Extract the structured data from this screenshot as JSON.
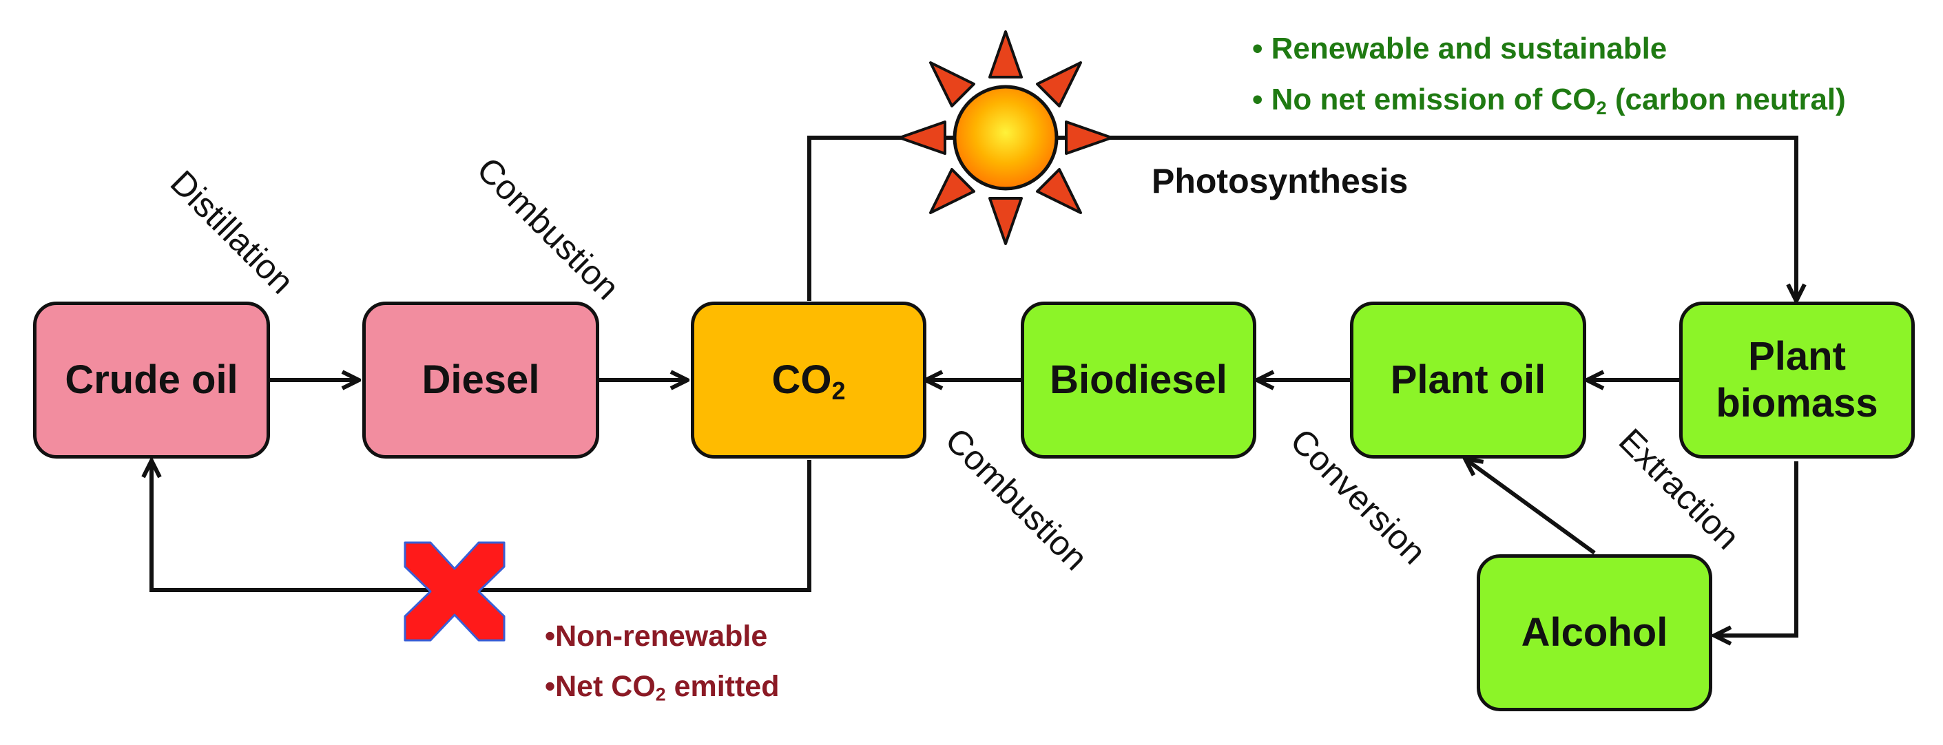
{
  "nodes": {
    "crude_oil": "Crude oil",
    "diesel": "Diesel",
    "co2_main": "CO",
    "co2_sub": "2",
    "biodiesel": "Biodiesel",
    "plant_oil": "Plant oil",
    "plant_biomass_line1": "Plant",
    "plant_biomass_line2": "biomass",
    "alcohol": "Alcohol"
  },
  "process_labels": {
    "distillation": "Distillation",
    "combustion_fossil": "Combustion",
    "combustion_bio": "Combustion",
    "conversion": "Conversion",
    "extraction": "Extraction",
    "photosynthesis": "Photosynthesis"
  },
  "notes_renewable": {
    "bullet": "•",
    "item1": "Renewable and sustainable",
    "item2_pre": "No net emission of CO",
    "item2_sub": "2",
    "item2_post": " (carbon neutral)"
  },
  "notes_fossil": {
    "bullet": "•",
    "item1": "Non-renewable",
    "item2_pre": "Net CO",
    "item2_sub": "2",
    "item2_post": " emitted"
  },
  "icons": [
    "sun-icon",
    "cross-icon"
  ],
  "colors": {
    "fossil_box": "#f28d9f",
    "co2_box": "#ffbb00",
    "bio_box": "#8cf428",
    "renewable_text": "#1f7a12",
    "fossil_text": "#8b1a25",
    "cross": "#ff1a1a",
    "sun_core": "#ff9d00",
    "sun_rays": "#e8431b"
  }
}
